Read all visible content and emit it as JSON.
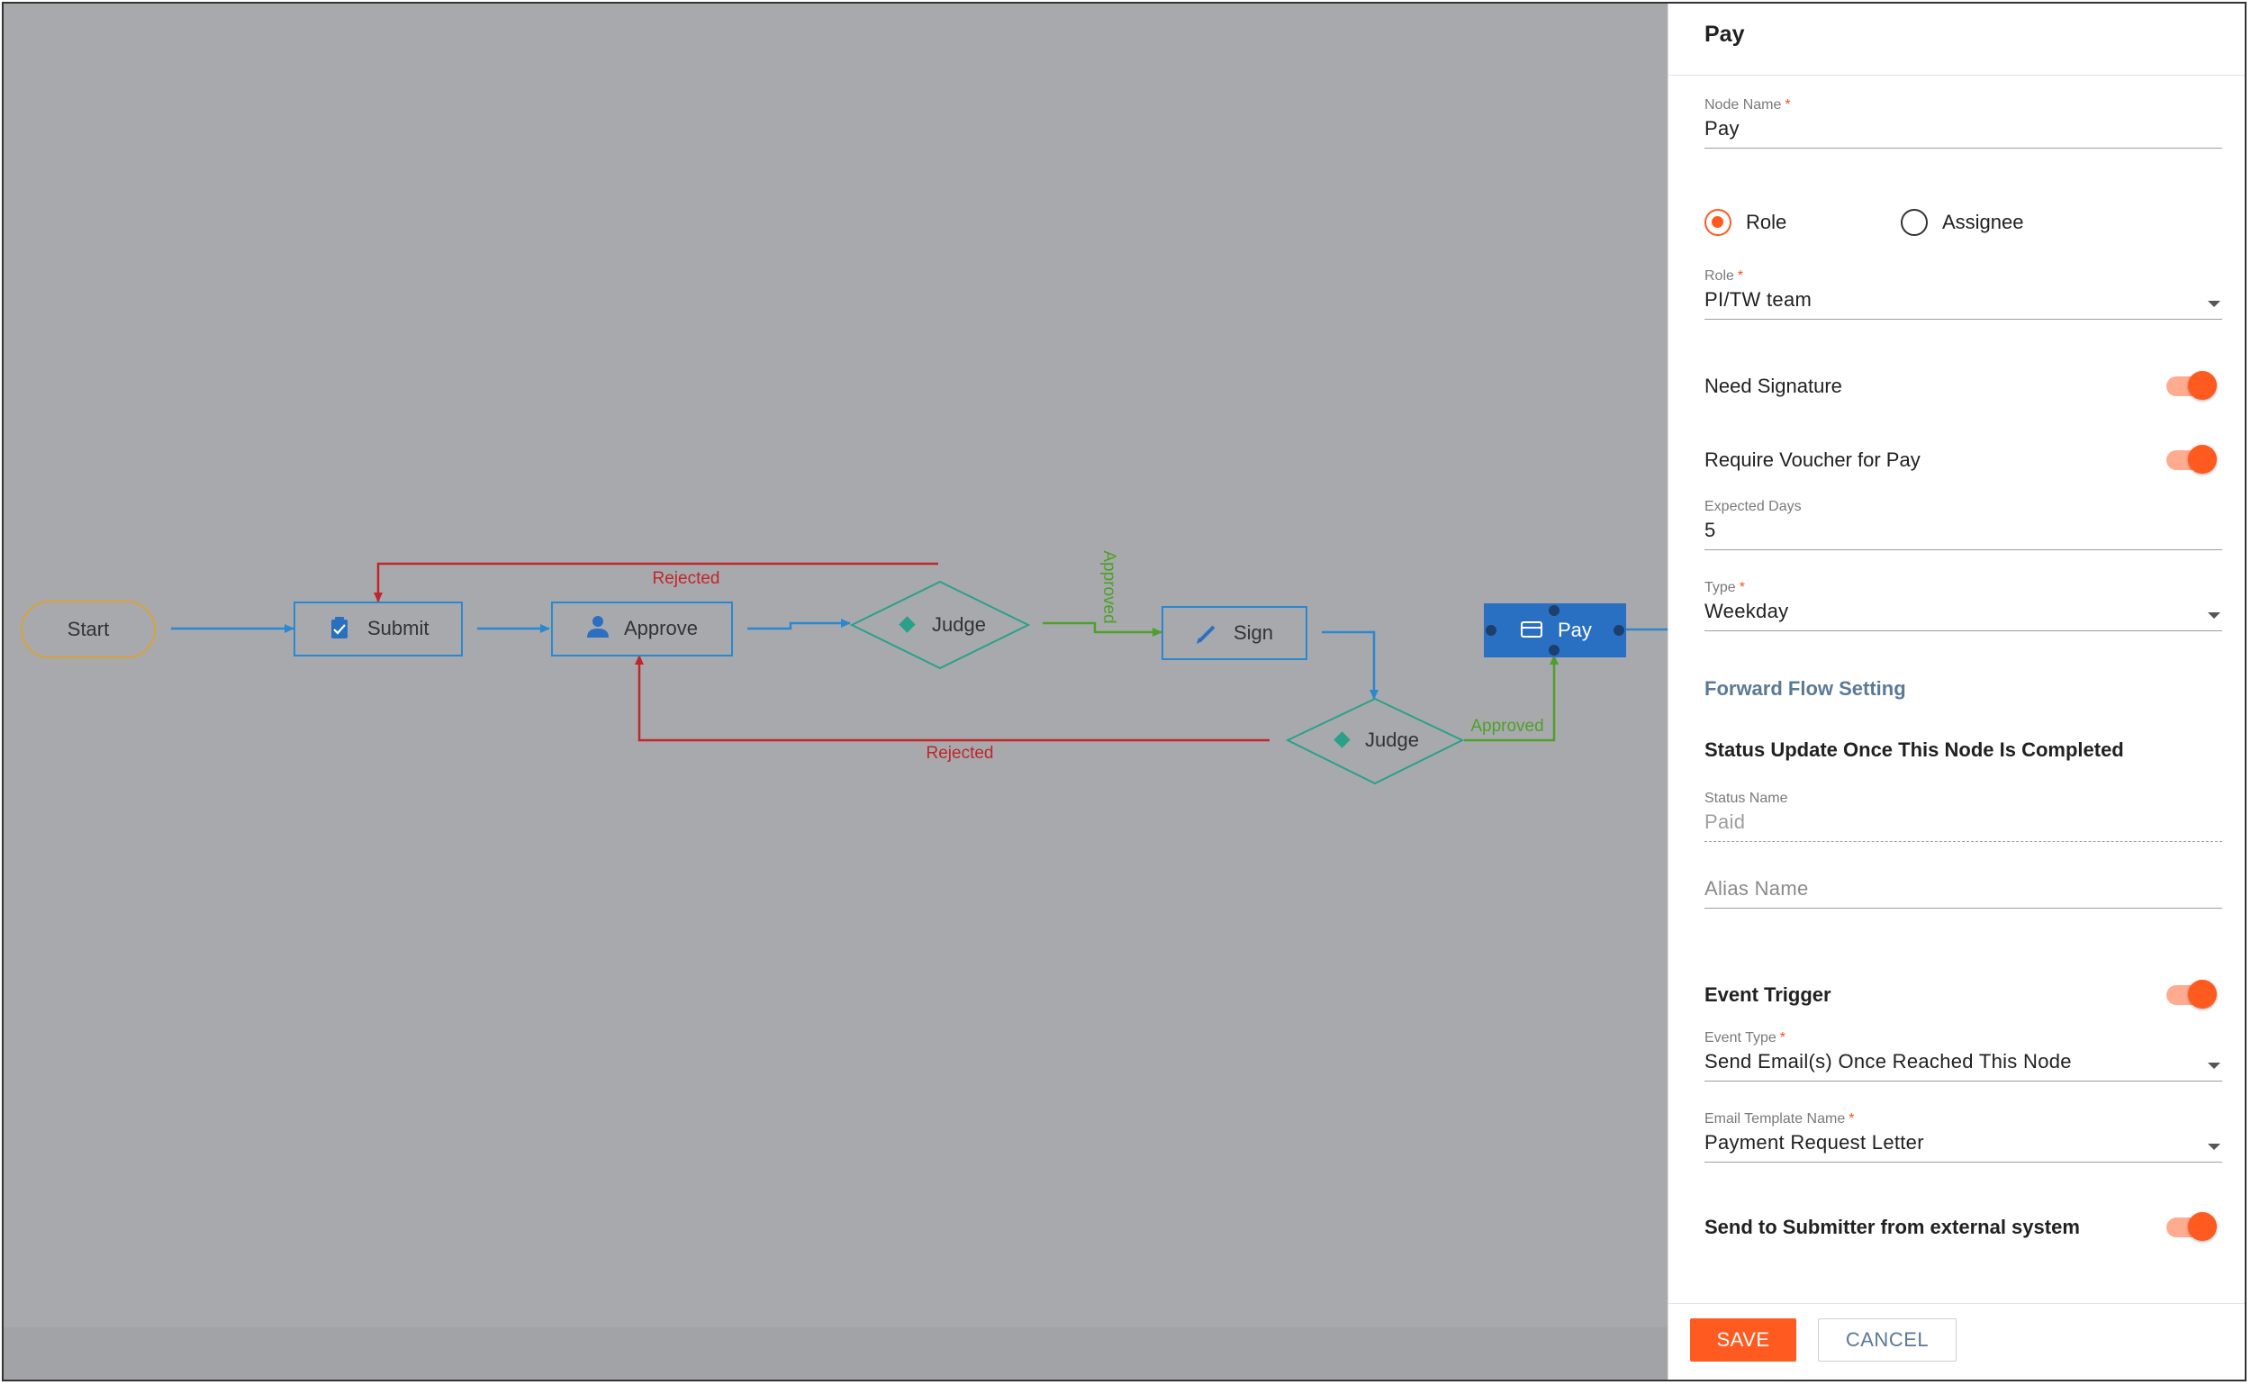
{
  "colors": {
    "accent": "#ff5a1f",
    "flow_line": "#2a88d0",
    "rejected": "#c0262a",
    "approved": "#4ea02a",
    "judge": "#2aa08a",
    "start": "#d8a23a",
    "selected_node": "#2a70c2"
  },
  "flow": {
    "nodes": {
      "start": "Start",
      "submit": "Submit",
      "approve": "Approve",
      "judge1": "Judge",
      "sign": "Sign",
      "judge2": "Judge",
      "pay": "Pay"
    },
    "edge_labels": {
      "rejected_top": "Rejected",
      "approved_vertical": "Approved",
      "rejected_bottom": "Rejected",
      "approved_pay": "Approved"
    },
    "icons": {
      "submit": "clipboard-check-icon",
      "approve": "person-icon",
      "judge": "diamond-icon",
      "sign": "pencil-icon",
      "pay": "credit-card-icon"
    }
  },
  "panel": {
    "title": "Pay",
    "node_name": {
      "label": "Node Name",
      "required": "*",
      "value": "Pay"
    },
    "assign_mode": {
      "options": [
        "Role",
        "Assignee"
      ],
      "selected": "Role"
    },
    "role": {
      "label": "Role",
      "required": "*",
      "value": "PI/TW team"
    },
    "need_signature": {
      "label": "Need Signature",
      "on": true
    },
    "require_voucher": {
      "label": "Require Voucher for Pay",
      "on": true
    },
    "expected_days": {
      "label": "Expected Days",
      "value": "5"
    },
    "type": {
      "label": "Type",
      "required": "*",
      "value": "Weekday"
    },
    "forward_flow": "Forward Flow Setting",
    "status_heading": "Status Update Once This Node Is Completed",
    "status_name": {
      "label": "Status Name",
      "value": "Paid"
    },
    "alias_name": {
      "placeholder": "Alias Name"
    },
    "event_trigger": {
      "label": "Event Trigger",
      "on": true
    },
    "event_type": {
      "label": "Event Type",
      "required": "*",
      "value": "Send Email(s) Once Reached This Node"
    },
    "email_template": {
      "label": "Email Template Name",
      "required": "*",
      "value": "Payment Request Letter"
    },
    "send_to_submitter": {
      "label": "Send to Submitter from external system",
      "on": true
    }
  },
  "footer": {
    "save": "SAVE",
    "cancel": "CANCEL"
  }
}
